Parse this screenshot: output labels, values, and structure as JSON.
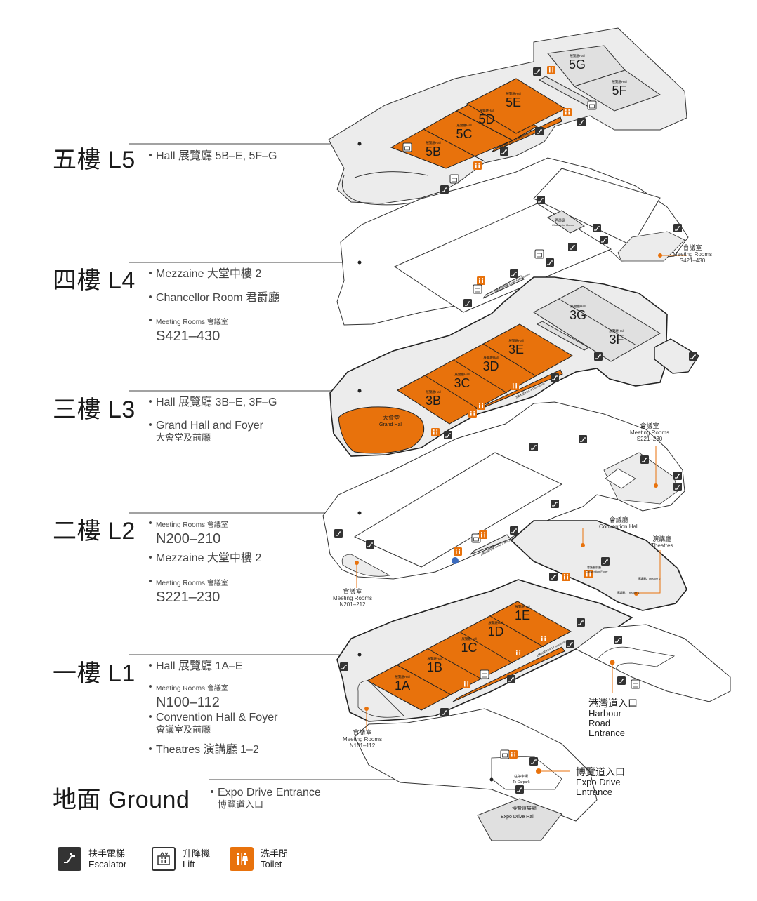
{
  "floors": [
    {
      "id": "L5",
      "name": "五樓 L5",
      "lines": [
        {
          "type": "normal",
          "text": "Hall  展覽廳 5B–E, 5F–G"
        }
      ]
    },
    {
      "id": "L4",
      "name": "四樓 L4",
      "lines": [
        {
          "type": "normal",
          "text": "Mezzaine   大堂中樓 2"
        },
        {
          "type": "normal",
          "text": "Chancellor Room    君爵廳"
        },
        {
          "type": "room",
          "label": "Meeting Rooms     會議室",
          "value": "S421–430"
        }
      ]
    },
    {
      "id": "L3",
      "name": "三樓 L3",
      "lines": [
        {
          "type": "normal",
          "text": "Hall  展覽廳 3B–E, 3F–G"
        },
        {
          "type": "normal",
          "text": "Grand Hall and Foyer",
          "sub": "大會堂及前廳"
        }
      ]
    },
    {
      "id": "L2",
      "name": "二樓 L2",
      "lines": [
        {
          "type": "room",
          "label": "Meeting Rooms     會議室",
          "value": "N200–210"
        },
        {
          "type": "normal",
          "text": "Mezzaine   大堂中樓 2"
        },
        {
          "type": "room",
          "label": "Meeting Rooms     會議室",
          "value": "S221–230"
        }
      ]
    },
    {
      "id": "L1",
      "name": "一樓 L1",
      "lines": [
        {
          "type": "normal",
          "text": "Hall  展覽廳 1A–E"
        },
        {
          "type": "room",
          "label": "Meeting Rooms     會議室",
          "value": "N100–112"
        },
        {
          "type": "normal",
          "text": "Convention Hall & Foyer",
          "sub": "會議室及前廳"
        },
        {
          "type": "normal",
          "text": "Theatres   演講廳 1–2"
        }
      ]
    },
    {
      "id": "G",
      "name": "地面 Ground",
      "lines": [
        {
          "type": "normal",
          "text": "Expo Drive Entrance",
          "sub": "博覽道入口"
        }
      ]
    }
  ],
  "halls": {
    "L5": [
      "5B",
      "5C",
      "5D",
      "5E",
      "5F",
      "5G"
    ],
    "L3": [
      "3B",
      "3C",
      "3D",
      "3E",
      "3F",
      "3G"
    ],
    "L1": [
      "1A",
      "1B",
      "1C",
      "1D",
      "1E"
    ]
  },
  "hall_caption": "展覽廳Hall",
  "map_labels": {
    "grand_hall_cn": "大會堂",
    "grand_hall_en": "Grand Hall",
    "chancellor_cn": "君爵廳",
    "chancellor_en": "Chancellor Room",
    "expo_drive_hall_cn": "博覽道展廳",
    "expo_drive_hall_en": "Expo Drive Hall",
    "hall5_concourse": "5樓大堂 Hall 5 Concourse",
    "hall3_concourse": "3樓大堂 Hall 3 Concourse",
    "hall1_concourse": "1樓大堂 Hall 1 Concourse",
    "level4_mezz": "4樓大堂中樓 Level 4 Mezzanine",
    "level2_mezz": "2樓大堂中樓 Level 2 Mezzanine",
    "to_carpark_cn": "往停車場",
    "to_carpark_en": "To Carpark",
    "conv_foyer_cn": "會議廳前廳",
    "conv_foyer_en": "Convention Foyer",
    "theatre1": "演講廳1 Theatre 1",
    "theatre2": "演講廳2 Theatre 2"
  },
  "callouts": {
    "s421": {
      "cn": "會議室",
      "en": "Meeting Rooms",
      "num": "S421–430"
    },
    "s221": {
      "cn": "會議室",
      "en": "Meeting Rooms",
      "num": "S221–230"
    },
    "conv": {
      "cn": "會議廳",
      "en": "Convention Hall"
    },
    "theatres": {
      "cn": "演講廳",
      "en": "Theatres"
    },
    "n201": {
      "cn": "會議室",
      "en": "Meeting Rooms",
      "num": "N201–212"
    },
    "n101": {
      "cn": "會議室",
      "en": "Meeting Rooms",
      "num": "N101–112"
    }
  },
  "entrances": {
    "harbour": {
      "cn": "港灣道入口",
      "en1": "Harbour",
      "en2": "Road",
      "en3": "Entrance"
    },
    "expo": {
      "cn": "博覽道入口",
      "en1": "Expo Drive",
      "en2": "Entrance"
    }
  },
  "legend": [
    {
      "icon": "escalator-icon",
      "cn": "扶手電梯",
      "en": "Escalator",
      "color": "#333333"
    },
    {
      "icon": "lift-icon",
      "cn": "升降機",
      "en": "Lift",
      "color": "#ffffff"
    },
    {
      "icon": "toilet-icon",
      "cn": "洗手間",
      "en": "Toilet",
      "color": "#e8720c"
    }
  ],
  "colors": {
    "accent": "#e8720c",
    "floor": "#ececec",
    "outline": "#222222"
  }
}
